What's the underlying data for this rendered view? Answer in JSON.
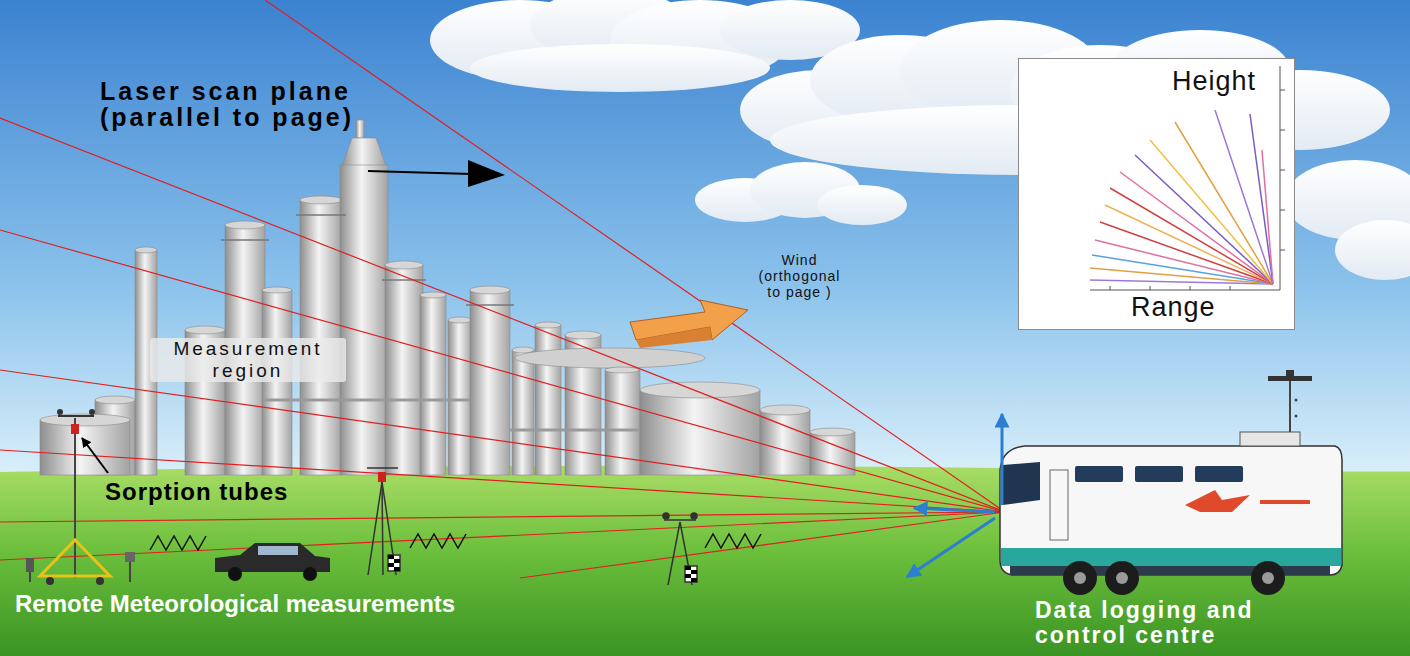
{
  "diagram": {
    "nodes": [
      {
        "text": [
          "Height",
          "Range"
        ]
      }
    ],
    "labels": [
      "Laser scan plane (parallel to page)",
      "Wind (orthogonal to page )",
      "Measurement region",
      "Sorption tubes",
      "Remote Meteorological measurements",
      "Data logging and control centre"
    ]
  }
}
